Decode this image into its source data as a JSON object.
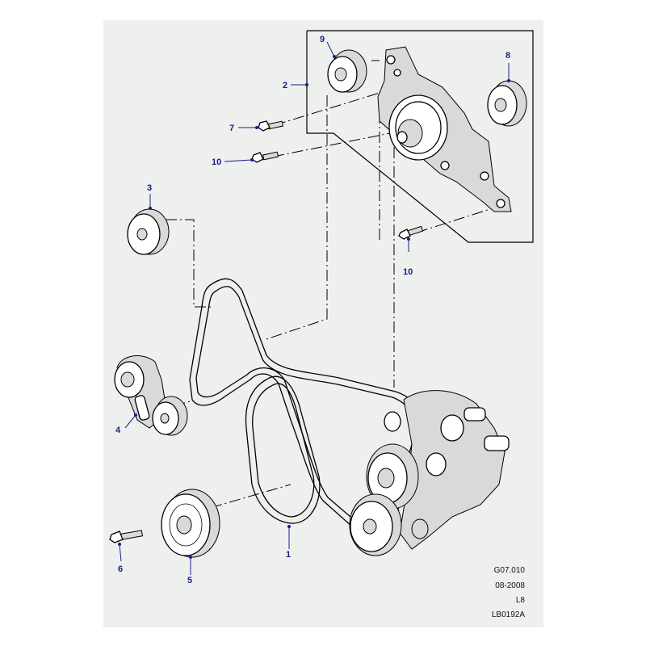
{
  "callouts": [
    {
      "id": "c1",
      "label": "1"
    },
    {
      "id": "c2",
      "label": "2"
    },
    {
      "id": "c3",
      "label": "3"
    },
    {
      "id": "c4",
      "label": "4"
    },
    {
      "id": "c5",
      "label": "5"
    },
    {
      "id": "c6",
      "label": "6"
    },
    {
      "id": "c7",
      "label": "7"
    },
    {
      "id": "c8",
      "label": "8"
    },
    {
      "id": "c9",
      "label": "9"
    },
    {
      "id": "c10a",
      "label": "10"
    },
    {
      "id": "c10b",
      "label": "10"
    }
  ],
  "reference": {
    "code": "G07.010",
    "date": "08-2008",
    "model": "L8",
    "drawing_id": "LB0192A"
  }
}
